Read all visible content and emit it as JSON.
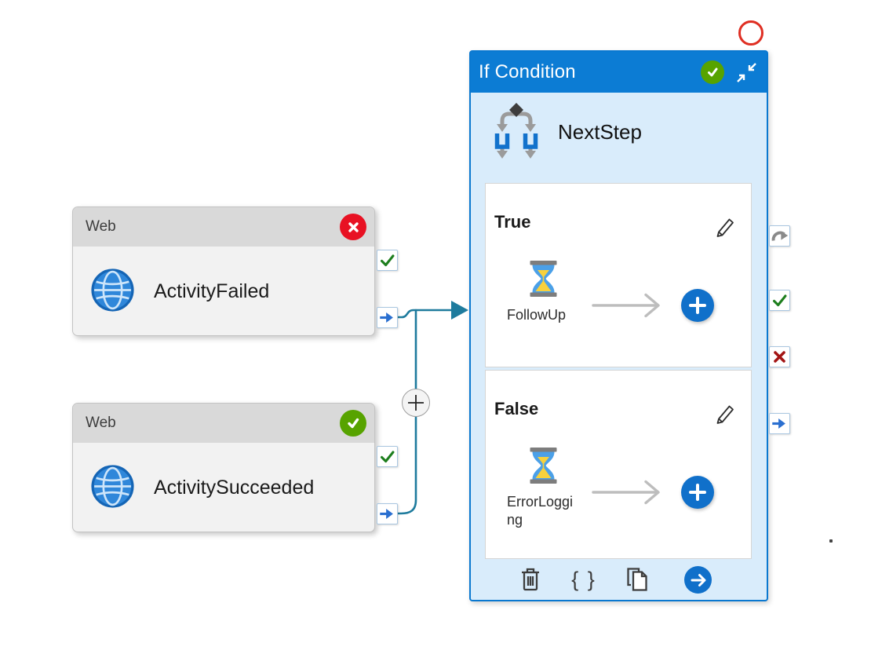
{
  "colors": {
    "header-blue": "#0c7cd4",
    "panel-border-blue": "#0a78d0",
    "panel-bg-blue": "#d9ecfb",
    "connector-teal": "#1e7b9d",
    "success-green": "#57a300",
    "error-red": "#e81123",
    "annotation-red": "#df2e22",
    "port-check-green": "#1d7e1d",
    "port-x-red": "#a31515",
    "port-arrow-blue": "#2a6fd0",
    "action-blue": "#1070ca"
  },
  "web_activities": [
    {
      "type": "Web",
      "name": "ActivityFailed",
      "status": "error"
    },
    {
      "type": "Web",
      "name": "ActivitySucceeded",
      "status": "success"
    }
  ],
  "if_condition": {
    "title": "If Condition",
    "name": "NextStep",
    "status": "success",
    "branches": [
      {
        "label": "True",
        "activity_name": "FollowUp",
        "activity_type": "wait"
      },
      {
        "label": "False",
        "activity_name": "ErrorLogging",
        "activity_type": "wait"
      }
    ],
    "toolbar": {
      "braces_label": "{ }"
    }
  }
}
